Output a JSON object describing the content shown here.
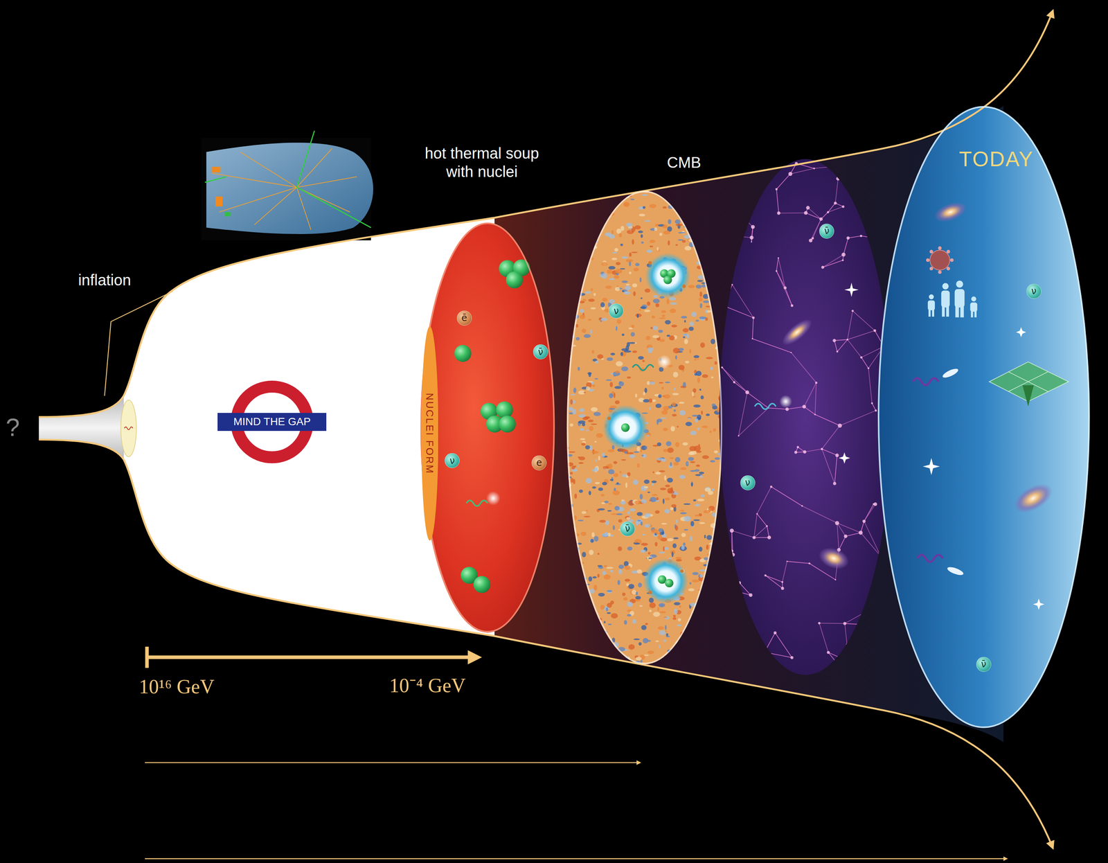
{
  "diagram": {
    "nodes": [
      {
        "text": [
          "MIND THE GAP"
        ]
      },
      {
        "text": [
          "hot thermal soup with nuclei"
        ]
      },
      {
        "text": [
          "NUCLEI FORM"
        ],
        "in": 1
      },
      {
        "text": [
          "ē"
        ],
        "in": 1
      },
      {
        "text": [
          "ν̄"
        ],
        "in": 1
      },
      {
        "text": [
          "ν"
        ],
        "in": 1
      },
      {
        "text": [
          "e"
        ],
        "in": 1
      },
      {
        "text": [
          "CMB"
        ]
      },
      {
        "text": [
          "ν"
        ],
        "in": 7
      },
      {
        "text": [
          "ν̄"
        ],
        "in": 7
      },
      {
        "text": [
          "ν̄"
        ]
      },
      {
        "text": [
          "ν"
        ]
      },
      {
        "text": [
          "TODAY"
        ]
      },
      {
        "text": [
          "ν"
        ],
        "in": 12
      },
      {
        "text": [
          "ν̄"
        ],
        "in": 12
      }
    ],
    "labels": [
      "?",
      "inflation",
      "10¹⁶ GeV",
      "10⁻⁴ GeV"
    ]
  }
}
